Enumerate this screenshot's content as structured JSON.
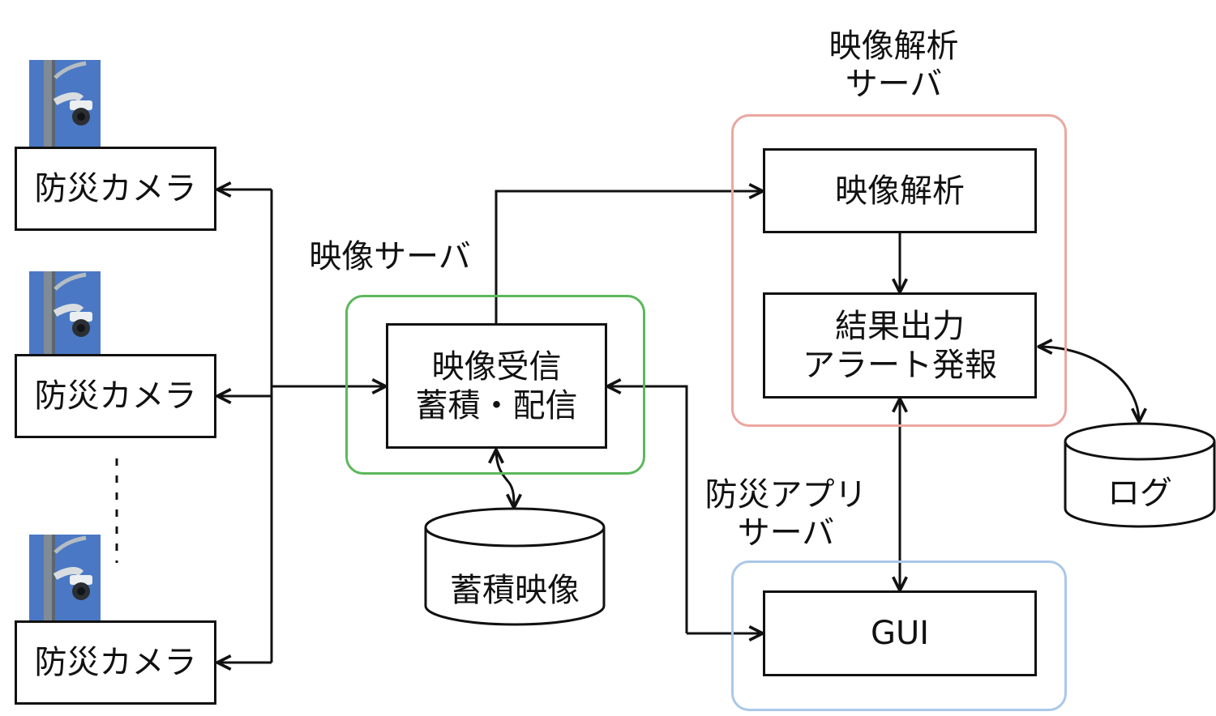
{
  "colors": {
    "video_server_group": "#5cb85c",
    "analysis_server_group": "#eba7a0",
    "app_server_group": "#aac8e8",
    "sky": "#4a78c4",
    "line": "#111111"
  },
  "cameras": [
    {
      "label": "防災カメラ",
      "icon": "surveillance-camera-icon"
    },
    {
      "label": "防災カメラ",
      "icon": "surveillance-camera-icon"
    },
    {
      "label": "防災カメラ",
      "icon": "surveillance-camera-icon"
    }
  ],
  "video_server": {
    "title": "映像サーバ",
    "process_line1": "映像受信",
    "process_line2": "蓄積・配信",
    "storage": "蓄積映像"
  },
  "analysis_server": {
    "title_line1": "映像解析",
    "title_line2": "サーバ",
    "analysis": "映像解析",
    "result_line1": "結果出力",
    "result_line2": "アラート発報",
    "log": "ログ"
  },
  "app_server": {
    "title_line1": "防災アプリ",
    "title_line2": "サーバ",
    "gui": "GUI"
  }
}
